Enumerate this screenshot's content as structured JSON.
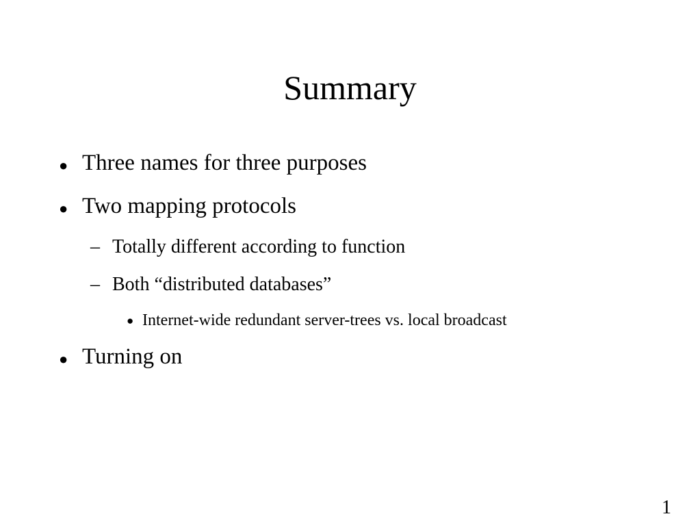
{
  "slide": {
    "title": "Summary",
    "bullets": [
      {
        "marker": "●",
        "text": "Three names for three purposes"
      },
      {
        "marker": "●",
        "text": "Two mapping protocols"
      },
      {
        "marker": "–",
        "text": "Totally different according to function"
      },
      {
        "marker": "–",
        "text": "Both “distributed databases”"
      },
      {
        "marker": "●",
        "text": "Internet-wide redundant server-trees vs. local broadcast"
      },
      {
        "marker": "●",
        "text": "Turning on"
      }
    ],
    "page_number": "1"
  }
}
